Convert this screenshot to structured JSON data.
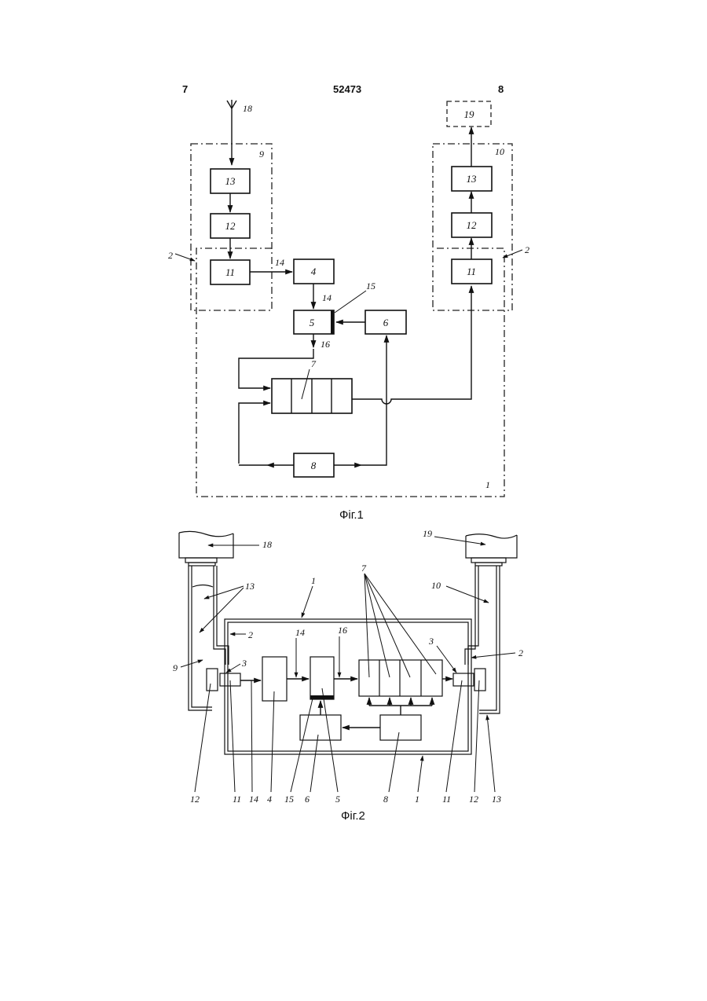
{
  "header": {
    "left_page": "7",
    "patent_number": "52473",
    "right_page": "8"
  },
  "fig1": {
    "caption": "Фіг.1",
    "blocks": {
      "b13_in": "13",
      "b12_in": "12",
      "b11_in": "11",
      "b4": "4",
      "b5": "5",
      "b6": "6",
      "b8": "8",
      "b13_out": "13",
      "b12_out": "12",
      "b11_out": "11",
      "b19": "19"
    },
    "labels": {
      "antenna": "18",
      "group_in": "9",
      "group_out": "10",
      "side_left": "2",
      "side_right": "2",
      "link_14a": "14",
      "link_14b": "14",
      "link_15": "15",
      "link_16": "16",
      "memory_7": "7",
      "outer_1": "1"
    }
  },
  "fig2": {
    "caption": "Фіг.2",
    "labels": {
      "l18": "18",
      "l19": "19",
      "l1_top": "1",
      "l7": "7",
      "l10": "10",
      "l13_top": "13",
      "l2_left": "2",
      "l14_top": "14",
      "l16_top": "16",
      "l3_left": "3",
      "l3_right": "3",
      "l2_right": "2",
      "l9": "9",
      "b12_l": "12",
      "b11_l": "11",
      "b14_l": "14",
      "b4": "4",
      "b15": "15",
      "b6": "6",
      "b5": "5",
      "b8": "8",
      "b1": "1",
      "b11_r": "11",
      "b12_r": "12",
      "b13_r": "13"
    }
  }
}
